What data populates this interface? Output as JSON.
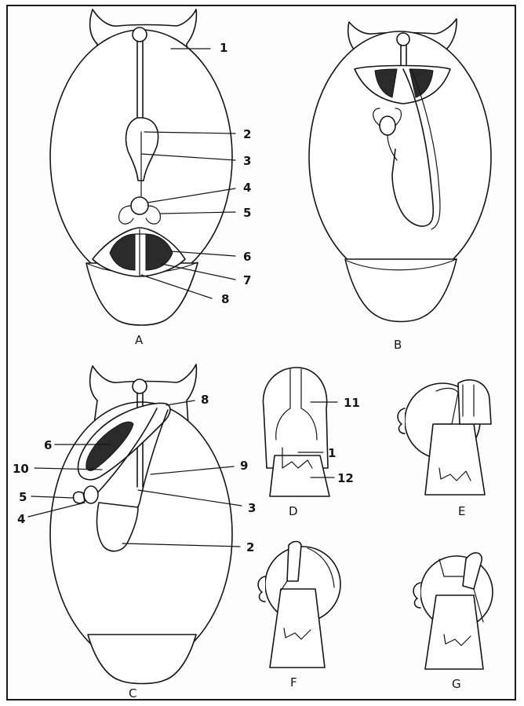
{
  "figure_labels": [
    "A",
    "B",
    "C",
    "D",
    "E",
    "F",
    "G"
  ],
  "figure_a_callouts": [
    "1",
    "2",
    "3",
    "4",
    "5",
    "6",
    "7",
    "8"
  ],
  "figure_c_callouts": [
    "8",
    "6",
    "10",
    "9",
    "5",
    "4",
    "3",
    "2"
  ],
  "figure_d_callouts": [
    "11",
    "1",
    "12"
  ],
  "colors": {
    "ink": "#151515",
    "shade": "#2b2b2b",
    "paper": "#ffffff"
  }
}
